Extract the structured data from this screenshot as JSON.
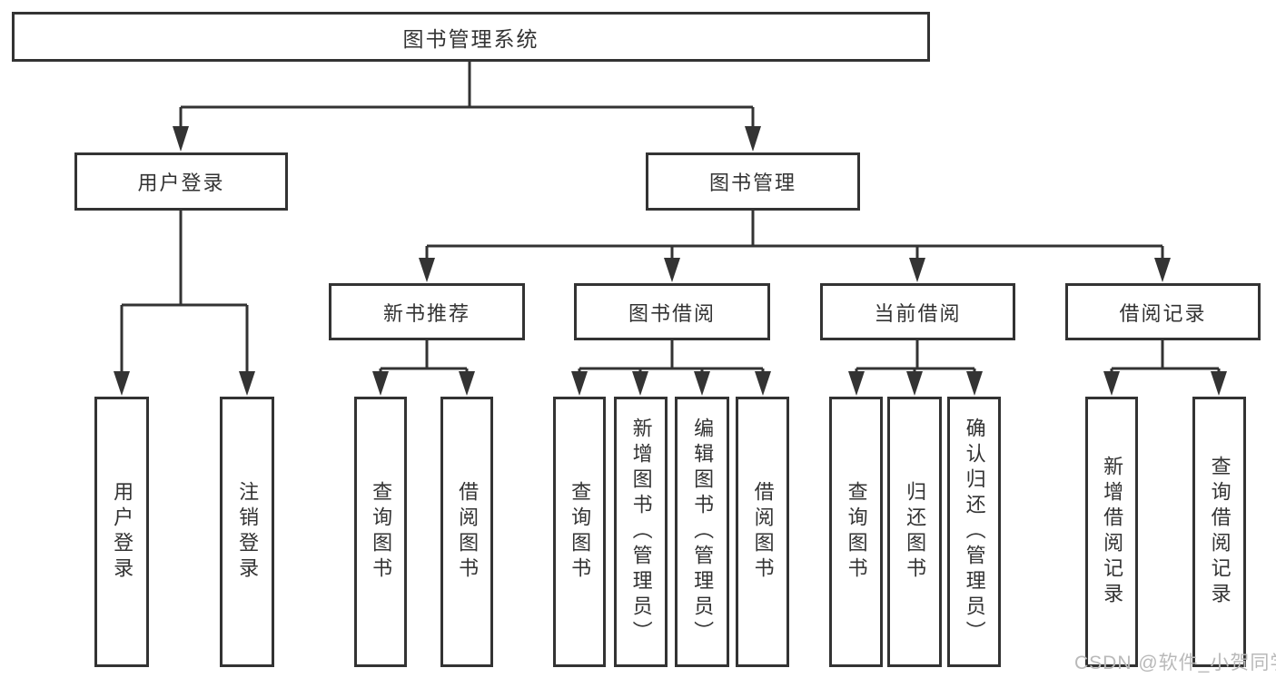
{
  "diagram": {
    "tree": {
      "label": "图书管理系统",
      "children": [
        {
          "label": "用户登录",
          "children": [
            {
              "label": "用户登录"
            },
            {
              "label": "注销登录"
            }
          ]
        },
        {
          "label": "图书管理",
          "children": [
            {
              "label": "新书推荐",
              "children": [
                {
                  "label": "查询图书"
                },
                {
                  "label": "借阅图书"
                }
              ]
            },
            {
              "label": "图书借阅",
              "children": [
                {
                  "label": "查询图书"
                },
                {
                  "label": "新增图书（管理员）"
                },
                {
                  "label": "编辑图书（管理员）"
                },
                {
                  "label": "借阅图书"
                }
              ]
            },
            {
              "label": "当前借阅",
              "children": [
                {
                  "label": "查询图书"
                },
                {
                  "label": "归还图书"
                },
                {
                  "label": "确认归还（管理员）"
                }
              ]
            },
            {
              "label": "借阅记录",
              "children": [
                {
                  "label": "新增借阅记录"
                },
                {
                  "label": "查询借阅记录"
                }
              ]
            }
          ]
        }
      ]
    },
    "watermark": "CSDN @软件_小贺同学",
    "colors": {
      "line": "#333333",
      "box_border": "#333333",
      "text": "#333333",
      "watermark": "#b9b9b9",
      "background": "#ffffff"
    }
  }
}
